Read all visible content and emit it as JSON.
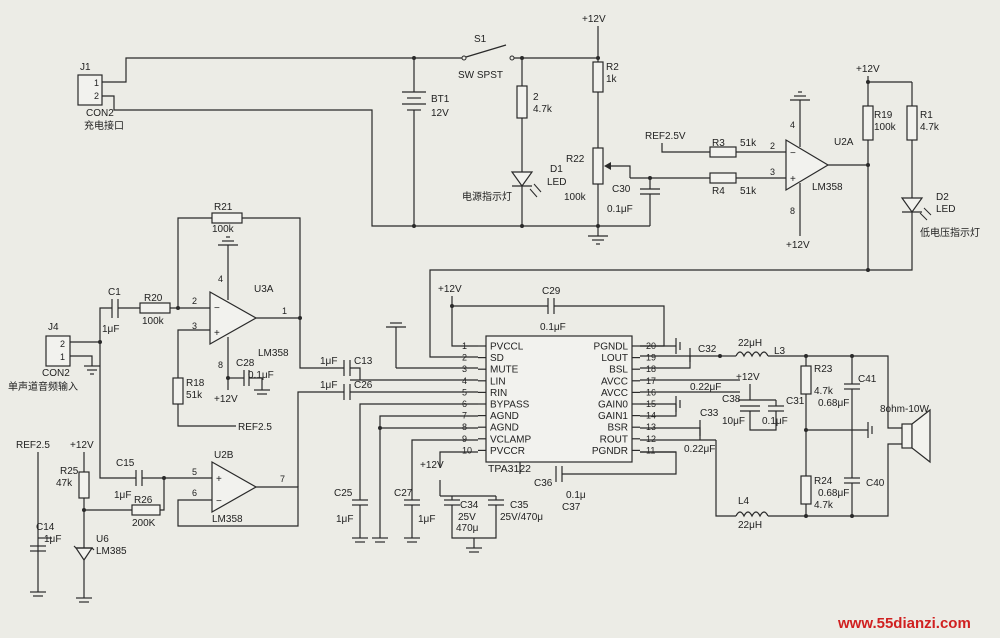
{
  "power": {
    "vcc_top": "+12V",
    "vcc_r19": "+12V",
    "vcc_u2a": "+12V",
    "vcc_u3a": "+12V",
    "vcc_tpa": "+12V",
    "vcc_u2b": "+12V",
    "vcc_c38": "+12V",
    "vcc_c34": "+12V"
  },
  "charge": {
    "j1_ref": "J1",
    "j1_pin1": "1",
    "j1_pin2": "2",
    "j1_part": "CON2",
    "j1_desc": "充电接口",
    "s1_ref": "S1",
    "s1_part": "SW SPST",
    "bt1_ref": "BT1",
    "bt1_val": "12V",
    "r2_ref": "R2",
    "r2_val": "1k",
    "r_led_ref": "2",
    "r_led_val": "4.7k",
    "d1_ref": "D1",
    "d1_part": "LED",
    "d1_desc": "电源指示灯",
    "r22_ref": "R22",
    "r22_val": "100k",
    "c30_ref": "C30",
    "c30_val": "0.1μF"
  },
  "lowbatt": {
    "ref_label": "REF2.5V",
    "r3_ref": "R3",
    "r3_val": "51k",
    "r4_ref": "R4",
    "r4_val": "51k",
    "u2a_ref": "U2A",
    "u2a_part": "LM358",
    "pin2": "2",
    "pin3": "3",
    "pin4": "4",
    "pin8": "8",
    "r19_ref": "R19",
    "r19_val": "100k",
    "r1_ref": "R1",
    "r1_val": "4.7k",
    "d2_ref": "D2",
    "d2_part": "LED",
    "d2_desc": "低电压指示灯"
  },
  "preamp": {
    "r21_ref": "R21",
    "r21_val": "100k",
    "c1_ref": "C1",
    "c1_val": "1μF",
    "r20_ref": "R20",
    "r20_val": "100k",
    "u3a_ref": "U3A",
    "u3a_part": "LM358",
    "pin1": "1",
    "pin2": "2",
    "pin3": "3",
    "pin4": "4",
    "pin8": "8",
    "c28_ref": "C28",
    "c28_val": "0.1μF",
    "r18_ref": "R18",
    "r18_val": "51k",
    "ref_label": "REF2.5",
    "j4_ref": "J4",
    "j4_pin2": "2",
    "j4_pin1": "1",
    "j4_part": "CON2",
    "j4_desc": "单声道音频输入"
  },
  "buffer": {
    "ref_label": "REF2.5",
    "r25_ref": "R25",
    "r25_val": "47k",
    "c15_ref": "C15",
    "c15_val": "1μF",
    "u2b_ref": "U2B",
    "u2b_part": "LM358",
    "pin5": "5",
    "pin6": "6",
    "pin7": "7",
    "r26_ref": "R26",
    "r26_val": "200K",
    "c14_ref": "C14",
    "c14_val": "1μF",
    "u6_ref": "U6",
    "u6_part": "LM385"
  },
  "amp": {
    "chip": "TPA3122",
    "left_pins": [
      {
        "n": "1",
        "name": "PVCCL"
      },
      {
        "n": "2",
        "name": "SD"
      },
      {
        "n": "3",
        "name": "MUTE"
      },
      {
        "n": "4",
        "name": "LIN"
      },
      {
        "n": "5",
        "name": "RIN"
      },
      {
        "n": "6",
        "name": "BYPASS"
      },
      {
        "n": "7",
        "name": "AGND"
      },
      {
        "n": "8",
        "name": "AGND"
      },
      {
        "n": "9",
        "name": "VCLAMP"
      },
      {
        "n": "10",
        "name": "PVCCR"
      }
    ],
    "right_pins": [
      {
        "n": "20",
        "name": "PGNDL"
      },
      {
        "n": "19",
        "name": "LOUT"
      },
      {
        "n": "18",
        "name": "BSL"
      },
      {
        "n": "17",
        "name": "AVCC"
      },
      {
        "n": "16",
        "name": "AVCC"
      },
      {
        "n": "15",
        "name": "GAIN0"
      },
      {
        "n": "14",
        "name": "GAIN1"
      },
      {
        "n": "13",
        "name": "BSR"
      },
      {
        "n": "12",
        "name": "ROUT"
      },
      {
        "n": "11",
        "name": "PGNDR"
      }
    ],
    "c29_ref": "C29",
    "c29_val": "0.1μF",
    "c13_ref": "C13",
    "c13_val": "1μF",
    "c26_ref": "C26",
    "c26_val": "1μF",
    "c25_ref": "C25",
    "c25_val": "1μF",
    "c27_ref": "C27",
    "c27_val": "1μF",
    "c34_ref": "C34",
    "c34_val1": "25V",
    "c34_val2": "470μ",
    "c35_ref": "C35",
    "c35_val": "25V/470μ",
    "c36_ref": "C36",
    "c36_val": "0.1μ",
    "c37_ref": "C37",
    "c32_ref": "C32",
    "c32_val": "0.22μF",
    "c33_ref": "C33",
    "c33_val": "0.22μF",
    "c38_ref": "C38",
    "c38_val": "10μF",
    "c31_ref": "C31",
    "c31_val": "0.1μF",
    "l3_ref": "L3",
    "l3_val": "22μH",
    "l4_ref": "L4",
    "l4_val": "22μH",
    "r23_ref": "R23",
    "r23_val": "4.7k",
    "c41_ref": "C41",
    "c41_val": "0.68μF",
    "r24_ref": "R24",
    "r24_val": "4.7k",
    "c40_ref": "C40",
    "c40_val": "0.68μF",
    "speaker": "8ohm-10W"
  },
  "watermark": "www.55dianzi.com"
}
